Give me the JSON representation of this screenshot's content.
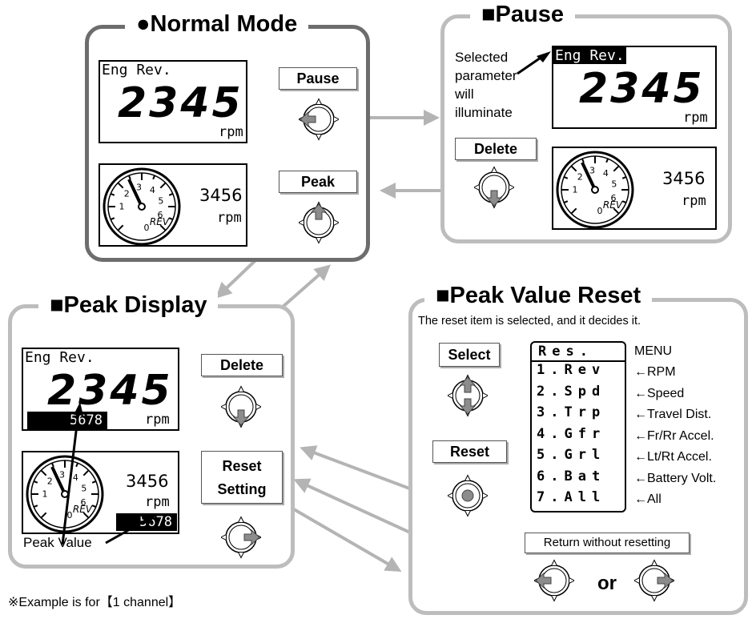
{
  "panels": {
    "normal": {
      "title": "●Normal Mode"
    },
    "pause": {
      "title": "■Pause"
    },
    "peak_display": {
      "title": "■Peak Display"
    },
    "peak_reset": {
      "title": "■Peak Value Reset",
      "subtitle": "The reset item is selected, and it decides it."
    }
  },
  "lcd": {
    "param_label": "Eng Rev.",
    "value": "2345",
    "unit": "rpm",
    "gauge_value": "3456",
    "peak_value": "5678",
    "gauge_ticks": [
      "1",
      "2",
      "3",
      "4",
      "5",
      "6"
    ],
    "gauge_brand": "REV",
    "gauge_zero": "0"
  },
  "buttons": {
    "pause": "Pause",
    "peak": "Peak",
    "delete": "Delete",
    "reset_setting_1": "Reset",
    "reset_setting_2": "Setting",
    "select": "Select",
    "reset": "Reset",
    "return": "Return without resetting"
  },
  "notes": {
    "illuminate": [
      "Selected",
      "parameter",
      "will",
      "illuminate"
    ],
    "peak_value_label": "Peak Value",
    "or": "or",
    "footnote": "※Example is for【1 channel】"
  },
  "menu": {
    "header": "Res.",
    "header_desc": "MENU",
    "items": [
      {
        "code": "1.Rev",
        "desc": "←RPM"
      },
      {
        "code": "2.Spd",
        "desc": "←Speed"
      },
      {
        "code": "3.Trp",
        "desc": "←Travel Dist."
      },
      {
        "code": "4.Gfr",
        "desc": "←Fr/Rr Accel."
      },
      {
        "code": "5.Grl",
        "desc": "←Lt/Rt Accel."
      },
      {
        "code": "6.Bat",
        "desc": "←Battery Volt."
      },
      {
        "code": "7.All",
        "desc": "←All"
      }
    ]
  },
  "colors": {
    "panel_border": "#bdbdbd",
    "normal_border": "#6d6d6d",
    "arrow": "#b4b4b4",
    "dpad_active": "#8c8c8c"
  }
}
